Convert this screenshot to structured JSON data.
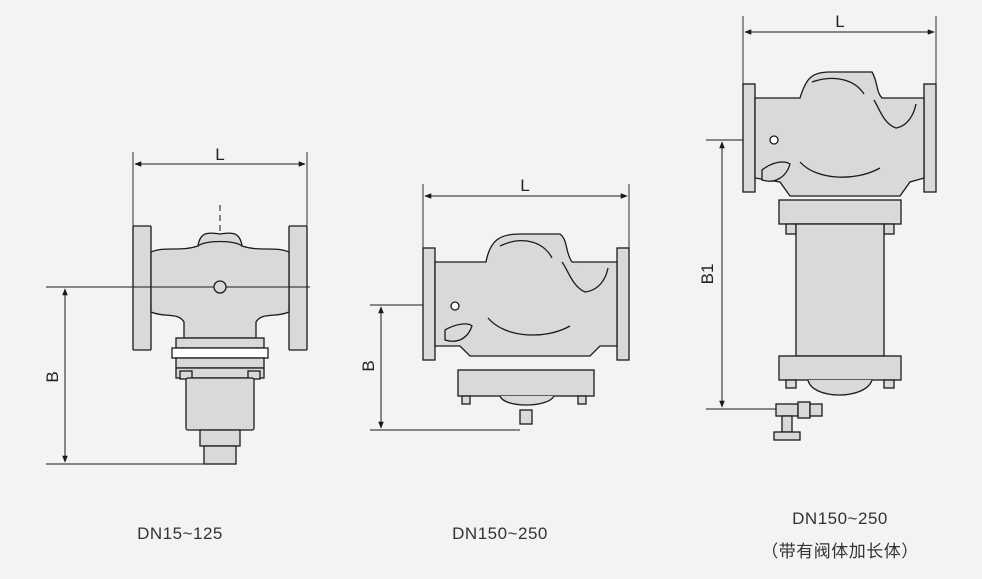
{
  "diagrams": [
    {
      "id": "dn15-125",
      "caption": "DN15~125",
      "dim_horizontal": "L",
      "dim_vertical": "B"
    },
    {
      "id": "dn150-250",
      "caption": "DN150~250",
      "dim_horizontal": "L",
      "dim_vertical": "B"
    },
    {
      "id": "dn150-250-ext",
      "caption": "DN150~250",
      "caption_note": "（带有阀体加长体）",
      "dim_horizontal": "L",
      "dim_vertical": "B1"
    }
  ],
  "colors": {
    "background": "#f3f3f3",
    "body_fill": "#d9d9d9",
    "line": "#1a1a1a"
  }
}
